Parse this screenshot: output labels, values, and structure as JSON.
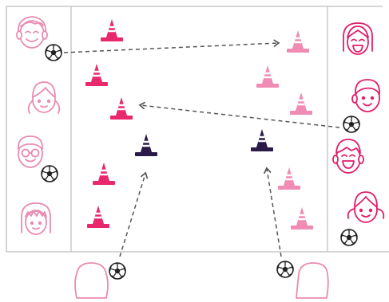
{
  "diagram": {
    "kind": "soccer passing drill",
    "colors": {
      "field_line": "#c9c9c9",
      "kid_outline": "#e21d6b",
      "kid_outline_soft": "#e98bb2",
      "cone_magenta": "#e8276d",
      "cone_pink": "#f08bb4",
      "cone_navy": "#2b1a47",
      "arrow": "#555555",
      "ball": "#222222"
    },
    "players_left": [
      {
        "name": "boy-smiling"
      },
      {
        "name": "girl-pigtails"
      },
      {
        "name": "boy-glasses"
      },
      {
        "name": "girl-bangs"
      }
    ],
    "players_right": [
      {
        "name": "girl-grinning"
      },
      {
        "name": "boy-smiling"
      },
      {
        "name": "boy-laughing"
      },
      {
        "name": "girl-pigtails"
      }
    ],
    "players_bottom": [
      {
        "name": "player-outline-left"
      },
      {
        "name": "player-outline-right"
      }
    ],
    "cones": [
      {
        "color": "magenta"
      },
      {
        "color": "magenta"
      },
      {
        "color": "magenta"
      },
      {
        "color": "magenta"
      },
      {
        "color": "magenta"
      },
      {
        "color": "pink"
      },
      {
        "color": "pink"
      },
      {
        "color": "pink"
      },
      {
        "color": "pink"
      },
      {
        "color": "pink"
      },
      {
        "color": "navy"
      },
      {
        "color": "navy"
      }
    ],
    "passes": [
      {
        "from": "left-player-1",
        "to": "right-pink-cone-1"
      },
      {
        "from": "right-player-2",
        "to": "left-magenta-cone-3"
      },
      {
        "from": "bottom-player-left",
        "to": "left-navy-cone"
      },
      {
        "from": "bottom-player-right",
        "to": "right-navy-cone"
      }
    ],
    "balls": 6
  }
}
